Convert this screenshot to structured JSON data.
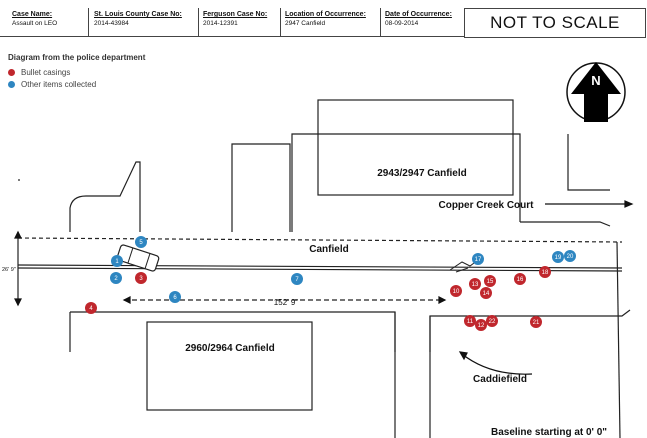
{
  "header": {
    "case_name_label": "Case Name:",
    "case_name_value": "Assault on LEO",
    "county_label": "St. Louis County Case No:",
    "county_value": "2014-43984",
    "ferguson_label": "Ferguson Case No:",
    "ferguson_value": "2014-12391",
    "location_label": "Location of Occurrence:",
    "location_value": "2947 Canfield",
    "date_label": "Date of Occurrence:",
    "date_value": "08-09-2014",
    "scale_note": "NOT TO SCALE"
  },
  "legend": {
    "title": "Diagram from the police department",
    "items": [
      {
        "label": "Bullet casings",
        "color": "#c0272d"
      },
      {
        "label": "Other items collected",
        "color": "#2e86c1"
      }
    ]
  },
  "labels": {
    "building_north": "2943/2947 Canfield",
    "building_south": "2960/2964 Canfield",
    "road_canfield": "Canfield",
    "copper_creek": "Copper Creek Court",
    "caddiefield": "Caddiefield",
    "baseline": "Baseline starting at 0' 0\"",
    "distance": "152' 9\"",
    "road_width": "26' 9\"",
    "north": "N"
  },
  "colors": {
    "casing": "#c0272d",
    "item": "#2e86c1"
  },
  "markers": [
    {
      "n": "1",
      "type": "item"
    },
    {
      "n": "2",
      "type": "item"
    },
    {
      "n": "3",
      "type": "casing"
    },
    {
      "n": "4",
      "type": "casing"
    },
    {
      "n": "5",
      "type": "item"
    },
    {
      "n": "6",
      "type": "item"
    },
    {
      "n": "7",
      "type": "item"
    },
    {
      "n": "10",
      "type": "casing"
    },
    {
      "n": "11",
      "type": "casing"
    },
    {
      "n": "12",
      "type": "casing"
    },
    {
      "n": "13",
      "type": "casing"
    },
    {
      "n": "14",
      "type": "casing"
    },
    {
      "n": "15",
      "type": "casing"
    },
    {
      "n": "16",
      "type": "casing"
    },
    {
      "n": "17",
      "type": "item"
    },
    {
      "n": "18",
      "type": "casing"
    },
    {
      "n": "19",
      "type": "item"
    },
    {
      "n": "20",
      "type": "item"
    },
    {
      "n": "21",
      "type": "casing"
    },
    {
      "n": "22",
      "type": "casing"
    }
  ]
}
